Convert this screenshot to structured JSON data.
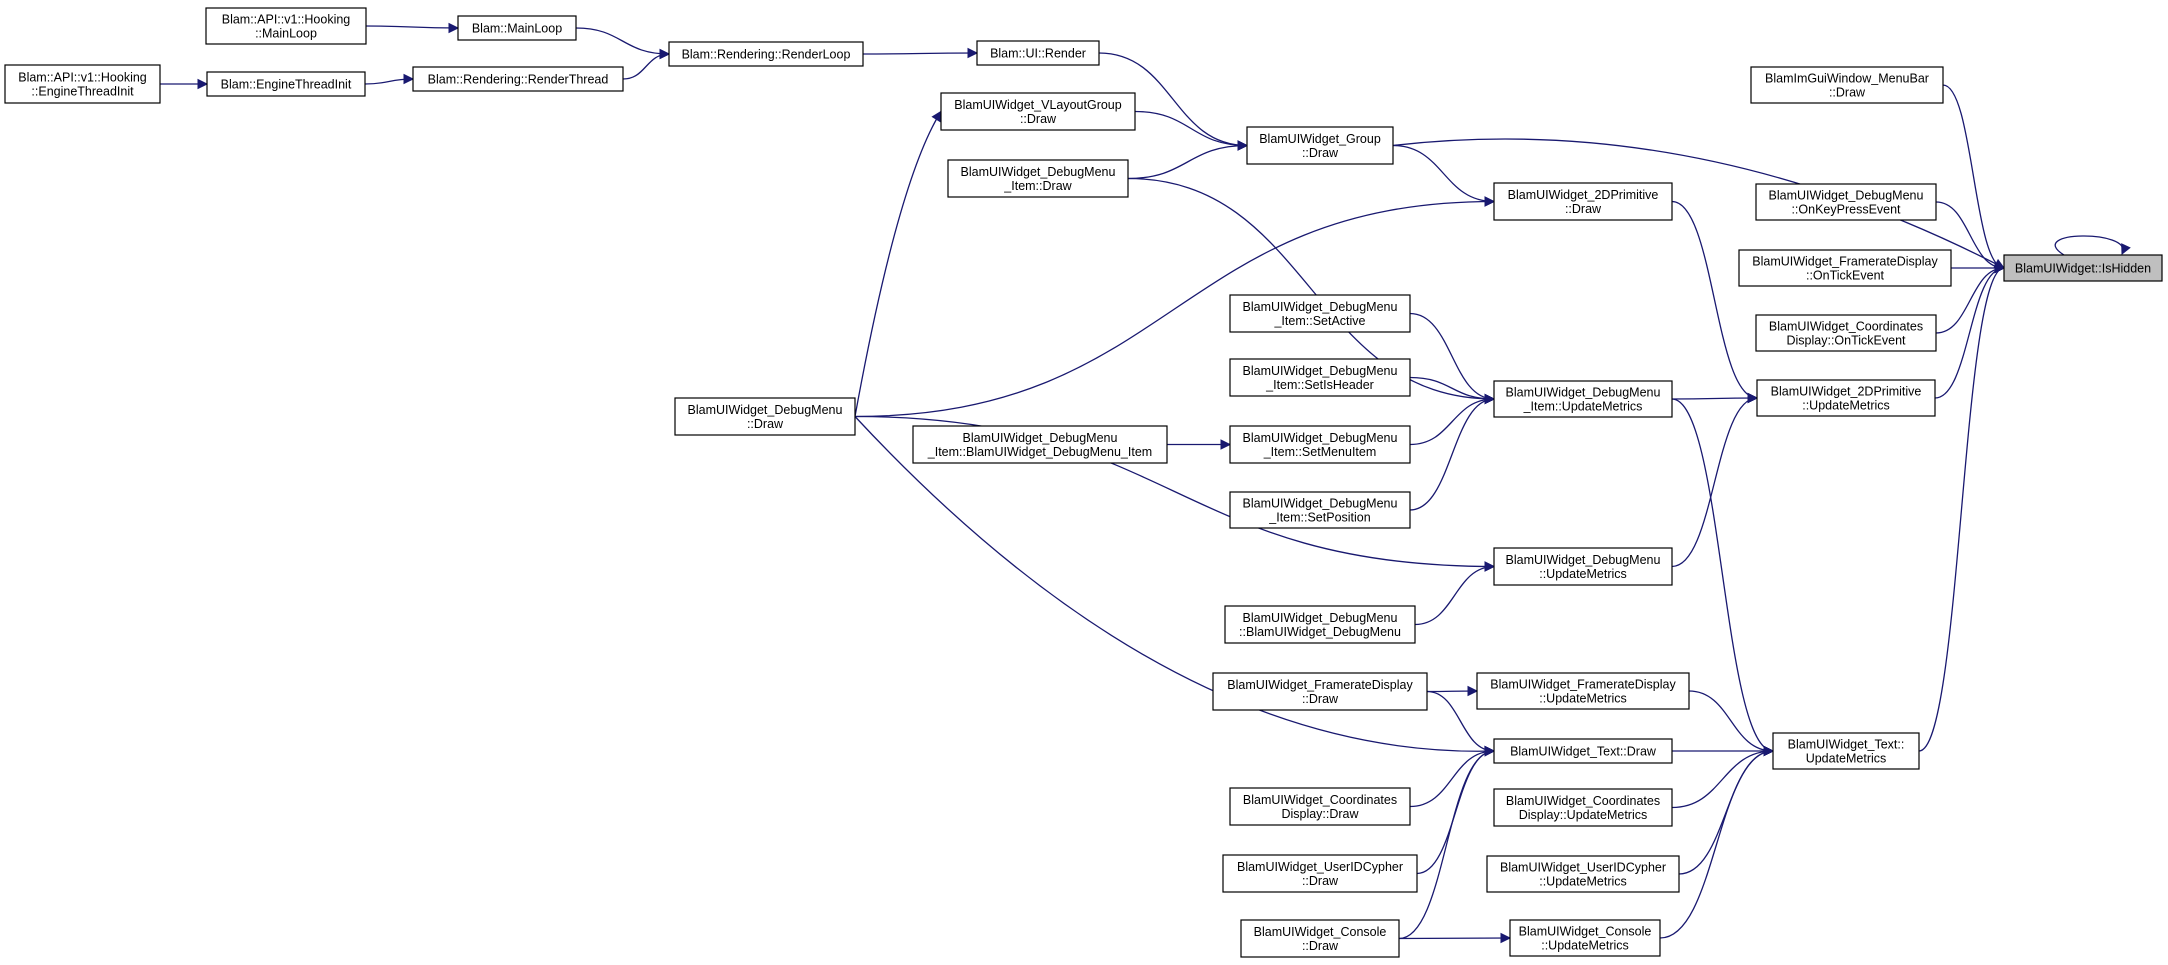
{
  "colors": {
    "edge": "#191970",
    "root_fill": "#bfbfbf",
    "node_fill": "#ffffff",
    "border": "#000000"
  },
  "nodes": [
    {
      "id": "n_ishidden",
      "lines": [
        "BlamUIWidget::IsHidden"
      ]
    },
    {
      "id": "n_menubar",
      "lines": [
        "BlamImGuiWindow_MenuBar",
        "::Draw"
      ]
    },
    {
      "id": "n_dm_onkey",
      "lines": [
        "BlamUIWidget_DebugMenu",
        "::OnKeyPressEvent"
      ]
    },
    {
      "id": "n_fr_ontick",
      "lines": [
        "BlamUIWidget_FramerateDisplay",
        "::OnTickEvent"
      ]
    },
    {
      "id": "n_cd_ontick",
      "lines": [
        "BlamUIWidget_Coordinates",
        "Display::OnTickEvent"
      ]
    },
    {
      "id": "n_2dp_um",
      "lines": [
        "BlamUIWidget_2DPrimitive",
        "::UpdateMetrics"
      ]
    },
    {
      "id": "n_text_um",
      "lines": [
        "BlamUIWidget_Text::",
        "UpdateMetrics"
      ]
    },
    {
      "id": "n_group_draw",
      "lines": [
        "BlamUIWidget_Group",
        "::Draw"
      ]
    },
    {
      "id": "n_2dp_draw",
      "lines": [
        "BlamUIWidget_2DPrimitive",
        "::Draw"
      ]
    },
    {
      "id": "n_dmi_um",
      "lines": [
        "BlamUIWidget_DebugMenu",
        "_Item::UpdateMetrics"
      ]
    },
    {
      "id": "n_dm_um",
      "lines": [
        "BlamUIWidget_DebugMenu",
        "::UpdateMetrics"
      ]
    },
    {
      "id": "n_fr_um",
      "lines": [
        "BlamUIWidget_FramerateDisplay",
        "::UpdateMetrics"
      ]
    },
    {
      "id": "n_text_draw",
      "lines": [
        "BlamUIWidget_Text::Draw"
      ]
    },
    {
      "id": "n_cd_um",
      "lines": [
        "BlamUIWidget_Coordinates",
        "Display::UpdateMetrics"
      ]
    },
    {
      "id": "n_uid_um",
      "lines": [
        "BlamUIWidget_UserIDCypher",
        "::UpdateMetrics"
      ]
    },
    {
      "id": "n_con_um",
      "lines": [
        "BlamUIWidget_Console",
        "::UpdateMetrics"
      ]
    },
    {
      "id": "n_ui_render",
      "lines": [
        "Blam::UI::Render"
      ]
    },
    {
      "id": "n_vlg_draw",
      "lines": [
        "BlamUIWidget_VLayoutGroup",
        "::Draw"
      ]
    },
    {
      "id": "n_dmi_draw",
      "lines": [
        "BlamUIWidget_DebugMenu",
        "_Item::Draw"
      ]
    },
    {
      "id": "n_dmi_setactive",
      "lines": [
        "BlamUIWidget_DebugMenu",
        "_Item::SetActive"
      ]
    },
    {
      "id": "n_dmi_setisheader",
      "lines": [
        "BlamUIWidget_DebugMenu",
        "_Item::SetIsHeader"
      ]
    },
    {
      "id": "n_dmi_setmenuitem",
      "lines": [
        "BlamUIWidget_DebugMenu",
        "_Item::SetMenuItem"
      ]
    },
    {
      "id": "n_dmi_setposition",
      "lines": [
        "BlamUIWidget_DebugMenu",
        "_Item::SetPosition"
      ]
    },
    {
      "id": "n_dm_ctor",
      "lines": [
        "BlamUIWidget_DebugMenu",
        "::BlamUIWidget_DebugMenu"
      ]
    },
    {
      "id": "n_fr_draw",
      "lines": [
        "BlamUIWidget_FramerateDisplay",
        "::Draw"
      ]
    },
    {
      "id": "n_cd_draw",
      "lines": [
        "BlamUIWidget_Coordinates",
        "Display::Draw"
      ]
    },
    {
      "id": "n_uid_draw",
      "lines": [
        "BlamUIWidget_UserIDCypher",
        "::Draw"
      ]
    },
    {
      "id": "n_con_draw",
      "lines": [
        "BlamUIWidget_Console",
        "::Draw"
      ]
    },
    {
      "id": "n_dm_draw",
      "lines": [
        "BlamUIWidget_DebugMenu",
        "::Draw"
      ]
    },
    {
      "id": "n_dmi_ctor",
      "lines": [
        "BlamUIWidget_DebugMenu",
        "_Item::BlamUIWidget_DebugMenu_Item"
      ]
    },
    {
      "id": "n_renderloop",
      "lines": [
        "Blam::Rendering::RenderLoop"
      ]
    },
    {
      "id": "n_mainloop",
      "lines": [
        "Blam::MainLoop"
      ]
    },
    {
      "id": "n_renderthread",
      "lines": [
        "Blam::Rendering::RenderThread"
      ]
    },
    {
      "id": "n_hook_mainloop",
      "lines": [
        "Blam::API::v1::Hooking",
        "::MainLoop"
      ]
    },
    {
      "id": "n_enginethreadinit",
      "lines": [
        "Blam::EngineThreadInit"
      ]
    },
    {
      "id": "n_hook_eti",
      "lines": [
        "Blam::API::v1::Hooking",
        "::EngineThreadInit"
      ]
    }
  ]
}
